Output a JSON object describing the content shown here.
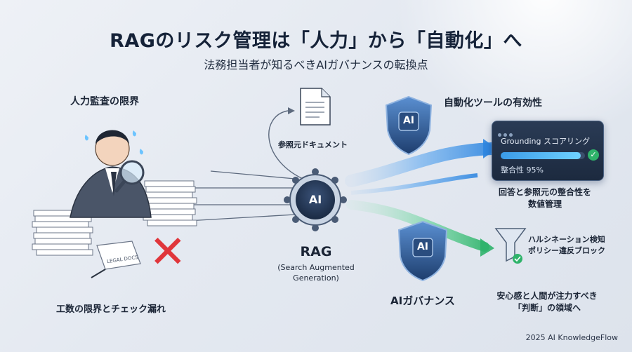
{
  "header": {
    "title": "RAGのリスク管理は「人力」から「自動化」へ",
    "subtitle": "法務担当者が知るべきAIガバナンスの転換点"
  },
  "left": {
    "heading": "人力監査の限界",
    "caption": "工数の限界とチェック漏れ",
    "paper_note": "LEGAL DOCS"
  },
  "center": {
    "doc_label": "参照元ドキュメント",
    "hub_label": "AI",
    "rag_title": "RAG",
    "rag_sub": "(Search Augmented Generation)"
  },
  "right": {
    "heading": "自動化ツールの有効性",
    "shield_top_label": "AI",
    "panel_title": "Grounding スコアリング",
    "score_label": "整合性 95%",
    "score_percent": 95,
    "grounding_caption_1": "回答と参照元の整合性を",
    "grounding_caption_2": "数値管理",
    "filter_line_1": "ハルシネーション検知",
    "filter_line_2": "ポリシー違反ブロック",
    "shield_bottom_label": "AI",
    "governance_label": "AIガバナンス",
    "governance_caption_1": "安心感と人間が注力すべき",
    "governance_caption_2": "「判断」の領域へ"
  },
  "footer": {
    "copyright": "2025 AI KnowledgeFlow"
  },
  "colors": {
    "accent_blue": "#2f7fd6",
    "light_blue": "#6cc4ff",
    "green": "#2fb36a",
    "red": "#e0363b",
    "navy": "#1c2a3f"
  }
}
